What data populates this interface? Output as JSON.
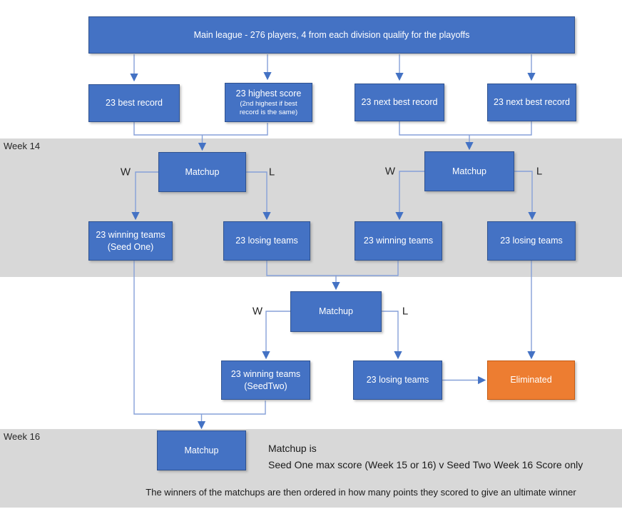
{
  "bands": {
    "week14": "Week 14",
    "week16": "Week 16"
  },
  "nodes": {
    "main": "Main league - 276 players, 4 from each division qualify for the playoffs",
    "best_record": "23 best record",
    "highest_score": "23 highest score",
    "highest_score_sub": "(2nd highest if best record is the same)",
    "next_best_1": "23 next best record",
    "next_best_2": "23 next best record",
    "matchup_w14_left": "Matchup",
    "matchup_w14_right": "Matchup",
    "win_seed_one": "23 winning teams (Seed One)",
    "lose_w14_left": "23 losing teams",
    "win_w14_right": "23 winning teams",
    "lose_w14_right": "23 losing teams",
    "matchup_mid": "Matchup",
    "win_seed_two": "23 winning teams (SeedTwo)",
    "lose_mid": "23 losing teams",
    "eliminated": "Eliminated",
    "matchup_w16": "Matchup"
  },
  "edge_labels": {
    "win": "W",
    "lose": "L"
  },
  "notes": {
    "matchup_line1": "Matchup is",
    "matchup_line2": "Seed One max score (Week 15 or 16) v Seed Two Week 16 Score only",
    "footer": "The winners of the matchups are then ordered in how many points they scored to give an ultimate winner"
  },
  "colors": {
    "node_fill": "#4472C4",
    "node_border": "#2F528F",
    "eliminated_fill": "#ED7D31",
    "eliminated_border": "#C55A11",
    "band_fill": "#D8D8D8",
    "connector": "#85A0D8",
    "arrowhead": "#4472C4"
  }
}
